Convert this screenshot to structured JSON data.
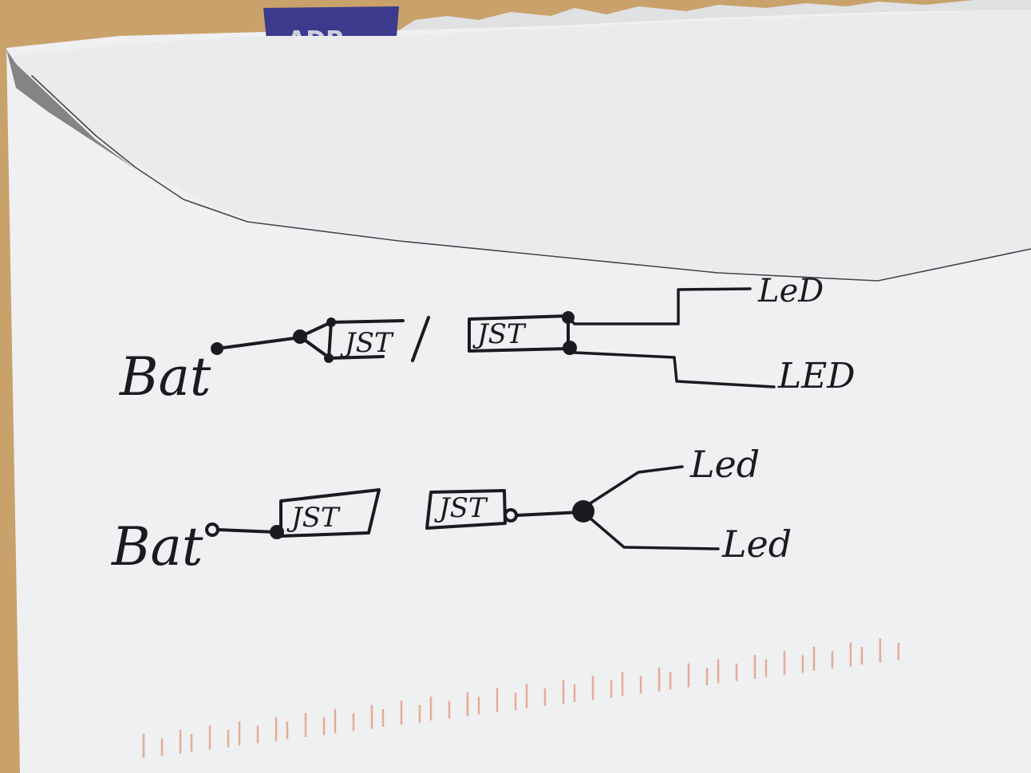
{
  "colors": {
    "table": "#c9a16a",
    "paper": "#eef0f2",
    "flap": "#e9ebec",
    "ink": "#1d1a1f",
    "security_pattern": "#3b3a8c",
    "barcode": "#e39a7e"
  },
  "envelope": {
    "window_logo_text": "ADP"
  },
  "diagram_top": {
    "source_label": "Bat",
    "connector_left_label": "JST",
    "connector_right_label": "JST",
    "output_labels": [
      "LeD",
      "LED"
    ]
  },
  "diagram_bottom": {
    "source_label": "Bat",
    "connector_left_label": "JST",
    "connector_right_label": "JST",
    "output_labels": [
      "Led",
      "Led"
    ]
  }
}
